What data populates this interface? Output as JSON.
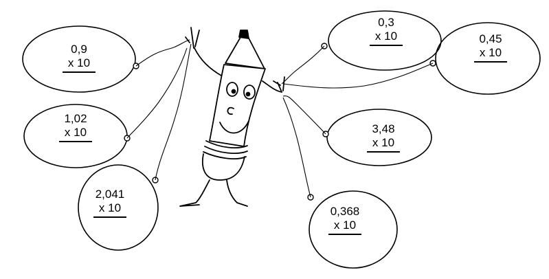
{
  "balloons": [
    {
      "number": "0,9",
      "factor": "x 10"
    },
    {
      "number": "1,02",
      "factor": "x 10"
    },
    {
      "number": "2,041",
      "factor": "x 10"
    },
    {
      "number": "0,3",
      "factor": "x 10"
    },
    {
      "number": "0,45",
      "factor": "x 10"
    },
    {
      "number": "3,48",
      "factor": "x 10"
    },
    {
      "number": "0,368",
      "factor": "x 10"
    }
  ]
}
